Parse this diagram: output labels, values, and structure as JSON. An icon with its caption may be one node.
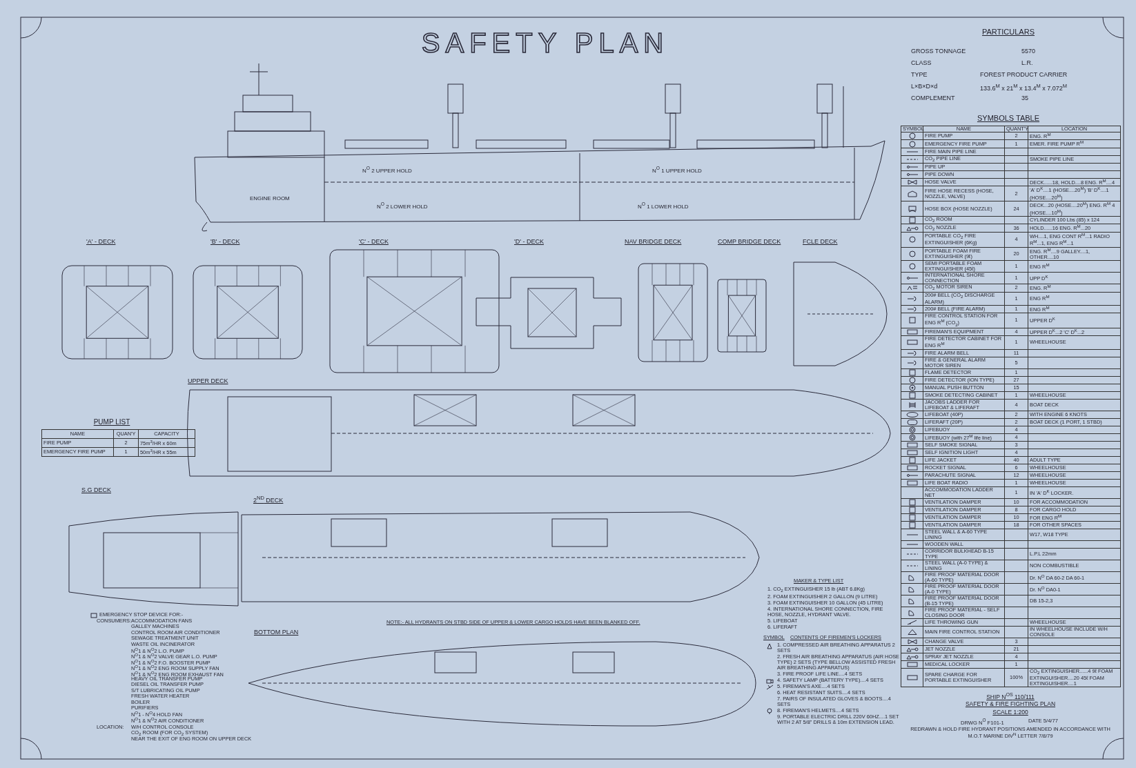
{
  "diagram": {
    "title": "SAFETY PLAN",
    "labels": [
      "PARTICULARS",
      "GROSS TONNAGE",
      "5570",
      "CLASS",
      "L.R.",
      "TYPE",
      "FOREST PRODUCT CARRIER",
      "L×B×D×d",
      "133.6$^{M}$ x 21$^{M}$ x 13.4$^{M}$ x 7.072$^{M}$",
      "COMPLEMENT",
      "35",
      "SYMBOLS TABLE",
      "SYMBOL",
      "NAME",
      "QUANT'Y",
      "LOCATION",
      "FIRE PUMP",
      "2",
      "ENG. R$^{M}$",
      "EMERGENCY FIRE PUMP",
      "1",
      "EMER. FIRE PUMP R$^{M}$",
      "FIRE MAIN PIPE LINE",
      "CO$_{2}$ PIPE LINE",
      "SMOKE PIPE LINE",
      "PIPE UP",
      "PIPE DOWN",
      "HOSE VALVE",
      "DECK......18, HOLD....8 ENG. R$^{M}$....4",
      "FIRE HOSE RECESS (HOSE, NOZZLE, VALVE)",
      "2",
      "'A' D$^{K}$....1 (HOSE....20$^{M}$) 'B' D$^{K}$....1 (HOSE....20$^{M}$)",
      "HOSE BOX (HOSE NOZZLE)",
      "24",
      "DECK...20 (HOSE....20$^{M}$) ENG. R$^{M}$ 4 (HOSE....10$^{M}$)",
      "CO$_{2}$ ROOM",
      "CYLINDER 100 Lbs (85) x 124",
      "CO$_{2}$ NOZZLE",
      "36",
      "HOLD......16 ENG. R$^{M}$...20",
      "PORTABLE CO$_{2}$ FIRE EXTINGUISHER (6Kg)",
      "4",
      "WH....1, ENG CONT R$^{M}$...1 RADIO R$^{M}$...1, ENG R$^{M}$...1",
      "PORTABLE FOAM FIRE EXTINGUISHER (9ℓ)",
      "20",
      "ENG. R$^{M}$....9 GALLEY....1, OTHER....10",
      "SEMI PORTABLE FOAM EXTINGUISHER (45ℓ)",
      "1",
      "ENG R$^{M}$",
      "INTERNATIONAL SHORE CONNECTION",
      "1",
      "UPP D$^{K}$",
      "CO$_{2}$ MOTOR SIREN",
      "2",
      "ENG. R$^{M}$",
      "200# BELL (CO$_{2}$ DISCHARGE ALARM)",
      "1",
      "ENG R$^{M}$",
      "200# BELL (FIRE ALARM)",
      "1",
      "ENG R$^{M}$",
      "FIRE CONTROL STATION FOR ENG R$^{M}$ (CO$_{2}$)",
      "1",
      "UPPER D$^{K}$",
      "FIREMAN'S EQUIPMENT",
      "4",
      "UPPER D$^{K}$...2 'C' D$^{K}$...2",
      "FIRE DETECTOR CABINET FOR ENG R$^{M}$",
      "1",
      "WHEELHOUSE",
      "FIRE ALARM BELL",
      "11",
      "FIRE & GENERAL ALARM MOTOR SIREN",
      "5",
      "FLAME DETECTOR",
      "1",
      "FIRE DETECTOR (ION TYPE)",
      "27",
      "MANUAL PUSH BUTTON",
      "15",
      "SMOKE DETECTING CABINET",
      "1",
      "WHEELHOUSE",
      "JACOBS LADDER FOR LIFEBOAT & LIFERAFT",
      "4",
      "BOAT DECK",
      "LIFEBOAT (40P)",
      "2",
      "WITH ENGINE 6 KNOTS",
      "LIFERAFT (20P)",
      "2",
      "BOAT DECK (1 PORT, 1 STBD)",
      "LIFEBUOY",
      "4",
      "LIFEBUOY (with 27$^{M}$ life line)",
      "4",
      "SELF SMOKE SIGNAL",
      "3",
      "SELF IGNITION LIGHT",
      "4",
      "LIFE JACKET",
      "40",
      "ADULT TYPE",
      "ROCKET SIGNAL",
      "6",
      "WHEELHOUSE",
      "PARACHUTE SIGNAL",
      "12",
      "WHEELHOUSE",
      "LIFE BOAT RADIO",
      "1",
      "WHEELHOUSE",
      "ACCOMMODATION LADDER NET",
      "1",
      "IN 'A' D$^{K}$ LOCKER.",
      "VENTILATION DAMPER",
      "10",
      "FOR ACCOMMODATION",
      "VENTILATION DAMPER",
      "8",
      "FOR CARGO HOLD",
      "VENTILATION DAMPER",
      "10",
      "FOR ENG R$^{M}$",
      "VENTILATION DAMPER",
      "18",
      "FOR OTHER SPACES",
      "STEEL WALL & A-60 TYPE LINING",
      "W17, W18 TYPE",
      "WOODEN WALL",
      "CORRIDOR BULKHEAD B-15 TYPE",
      "L.P.L 22mm",
      "STEEL WALL (A-0 TYPE) & LINING",
      "NON COMBUSTIBLE",
      "FIRE PROOF MATERIAL DOOR (A-60 TYPE)",
      "Dr. N$^{O}$ DA 60-2 DA 60-1",
      "FIRE PROOF MATERIAL DOOR (A-0 TYPE)",
      "Dr. N$^{O}$ DA0-1",
      "FIRE PROOF MATERIAL DOOR (B-15 TYPE)",
      "DB 15-2,3",
      "FIRE PROOF MATERIAL - SELF CLOSING DOOR",
      "LIFE THROWING GUN",
      "WHEELHOUSE",
      "MAIN FIRE CONTROL STATION",
      "IN WHEELHOUSE INCLUDE W/H CONSOLE",
      "CHANGE VALVE",
      "3",
      "JET NOZZLE",
      "21",
      "SPRAY JET NOZZLE",
      "4",
      "MEDICAL LOCKER",
      "1",
      "SPARE CHARGE FOR PORTABLE EXTINGUISHER",
      "100%",
      "CO$_{2}$ EXTINGUISHER......4 9ℓ FOAM EXTINGUISHER....20 45ℓ FOAM EXTINGUISHER....1",
      "N$^{O}$ 2 UPPER HOLD",
      "N$^{O}$ 1 UPPER HOLD",
      "ENGINE ROOM",
      "N$^{O}$ 2 LOWER HOLD",
      "N$^{O}$ 1 LOWER HOLD",
      "'A' - DECK",
      "'B' - DECK",
      "'C' - DECK",
      "'D' - DECK",
      "NAV BRIDGE DECK",
      "COMP BRIDGE DECK",
      "FCLE DECK",
      "UPPER DECK",
      "PUMP LIST",
      "NAME",
      "QUAN'Y",
      "CAPACITY",
      "FIRE PUMP",
      "2",
      "75m$^{3}$/HR x 60m",
      "EMERGENCY FIRE PUMP",
      "1",
      "50m$^{3}$/HR x 55m",
      "S.G DECK",
      "2$^{ND}$ DECK",
      "MAKER & TYPE LIST",
      "1. CO$_{2}$ EXTINGUISHER 15 lb (ABT 6.8Kg)",
      "2. FOAM EXTINGUISHER 2 GALLON (9 LITRE)",
      "3. FOAM EXTINGUISHER 10 GALLON (45 LITRE)",
      "4. INTERNATIONAL SHORE CONNECTION, FIRE HOSE, NOZZLE, HYDRANT VALVE.",
      "5. LIFEBOAT",
      "6. LIFERAFT",
      "NOTE:- ALL HYDRANTS ON STBD SIDE OF UPPER & LOWER CARGO HOLDS HAVE BEEN BLANKED OFF.",
      "BOTTOM PLAN",
      "EMERGENCY STOP DEVICE FOR:-",
      "CONSUMERS:",
      "ACCOMMODATION FANS",
      "GALLEY MACHINES",
      "CONTROL ROOM AIR CONDITIONER",
      "SEWAGE TREATMENT UNIT",
      "WASTE OIL INCINERATOR",
      "N$^{O}$1 & N$^{O}$2 L.O. PUMP",
      "N$^{O}$1 & N$^{O}$2 VALVE GEAR L.O. PUMP",
      "N$^{O}$1 & N$^{O}$2 F.O. BOOSTER PUMP",
      "N$^{O}$1 & N$^{O}$2 ENG ROOM SUPPLY FAN",
      "N$^{O}$1 & N$^{O}$2 ENG ROOM EXHAUST FAN",
      "HEAVY OIL TRANSFER PUMP",
      "DIESEL OIL TRANSFER PUMP",
      "S/T LUBRICATING OIL PUMP",
      "FRESH WATER HEATER",
      "BOILER",
      "PURIFIERS",
      "N$^{O}$1 - N$^{O}$4 HOLD FAN",
      "N$^{O}$1 & N$^{O}$2 AIR CONDITIONER",
      "LOCATION:",
      "W/H CONTROL CONSOLE",
      "CO$_{2}$ ROOM (FOR CO$_{2}$ SYSTEM)",
      "NEAR THE EXIT OF ENG ROOM ON UPPER DECK",
      "SYMBOL",
      "CONTENTS OF FIREMEN'S LOCKERS",
      "1. COMPRESSED AIR BREATHING APPARATUS 2 SETS",
      "2. FRESH AIR BREATHING APPARATUS (AIR HOSE TYPE) 2 SETS (TYPE BELLOW ASSISTED FRESH AIR BREATHING APPARATUS)",
      "3. FIRE PROOF LIFE LINE....4 SETS",
      "4. SAFETY LAMP (BATTERY TYPE)....4 SETS",
      "5. FIREMAN'S AXE....4 SETS",
      "6. HEAT RESISTANT SUITS....4 SETS",
      "7. PAIRS OF INSULATED GLOVES & BOOTS....4 SETS",
      "8. FIREMAN'S HELMETS....4 SETS",
      "9. PORTABLE ELECTRIC DRILL 220V 60HZ....1 SET WITH 2 AT 5/8\" DRILLS & 10m EXTENSION LEAD.",
      "SHIP N$^{OS}$ 110/111",
      "SAFETY & FIRE FIGHTING PLAN",
      "SCALE 1:200",
      "DRWG N$^{O}$ F101-1",
      "DATE 5/4/77",
      "REDRAWN & HOLD FIRE HYDRANT POSITIONS AMENDED IN ACCORDANCE WITH M.O.T MARINE DIV$^{N}$ LETTER 7/8/79"
    ]
  }
}
